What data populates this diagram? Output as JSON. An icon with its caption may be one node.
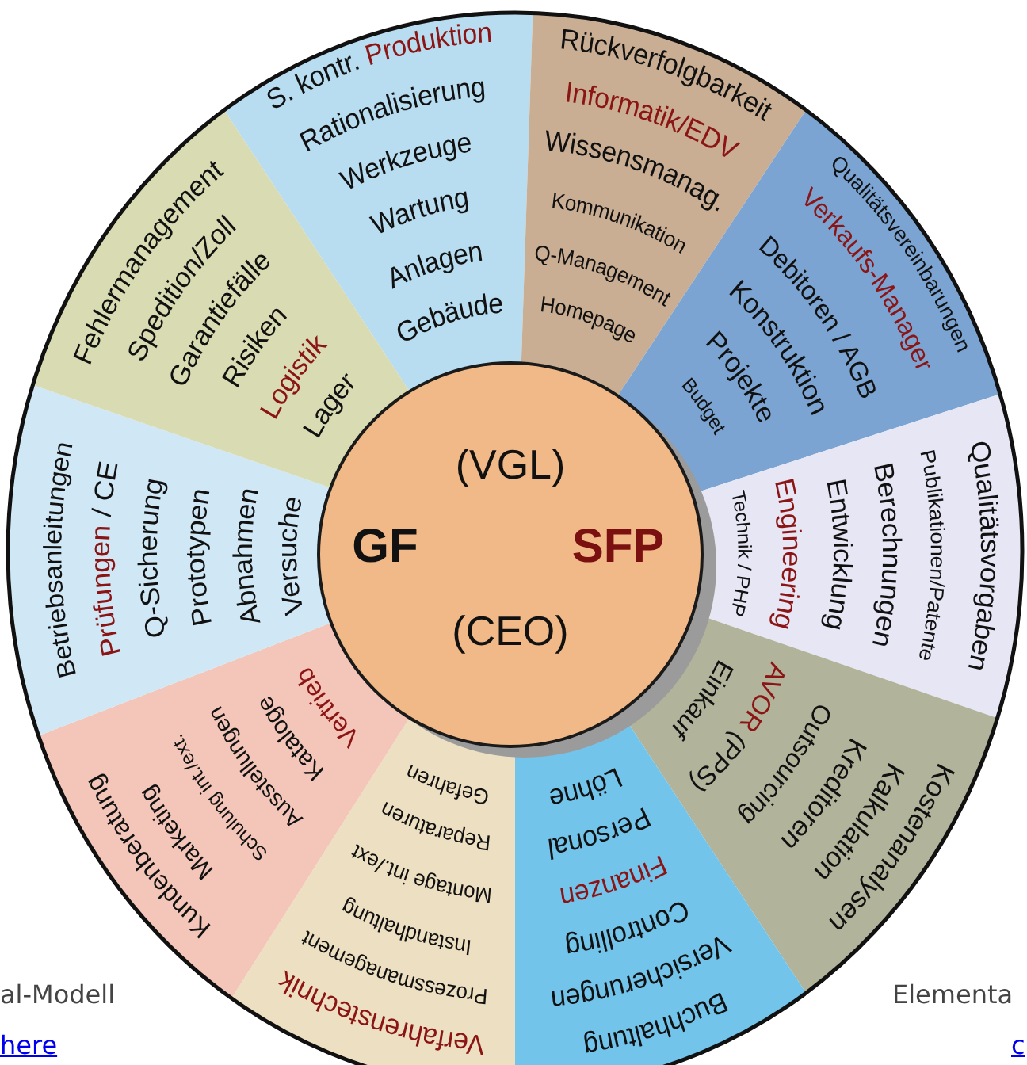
{
  "diagram": {
    "nodes": [
      {
        "text": [
          "(VGL)",
          "GF",
          "SFP",
          "(CEO)"
        ]
      },
      {
        "text": [
          "S. kontr.",
          "Produktion",
          "Rationalisierung",
          "Werkzeuge",
          "Wartung",
          "Anlagen",
          "Gebäude"
        ]
      },
      {
        "text": [
          "Rückverfolgbarkeit",
          "Informatik/EDV",
          "Wissensmanag.",
          "Kommunikation",
          "Q-Management",
          "Homepage"
        ]
      },
      {
        "text": [
          "Qualitätsvereinbarungen",
          "Verkaufs-Manager",
          "Debitoren / AGB",
          "Konstruktion",
          "Projekte",
          "Budget"
        ]
      },
      {
        "text": [
          "Technik / PHP",
          "Engineering",
          "Entwicklung",
          "Berechnungen",
          "Publikationen/Patente",
          "Qualitätsvorgaben"
        ]
      },
      {
        "text": [
          "Kostenanalysen",
          "Kalkulation",
          "Kreditoren",
          "Outsourcing",
          "AVOR",
          "(PPS)",
          "Einkauf"
        ]
      },
      {
        "text": [
          "Löhne",
          "Personal",
          "Finanzen",
          "Controlling",
          "Versicherungen",
          "Buchhaltung"
        ]
      },
      {
        "text": [
          "Gefahren",
          "Reparaturen",
          "Montage int./ext",
          "Instandhaltung",
          "Prozessmanagement",
          "Verfahrenstechnik"
        ]
      },
      {
        "text": [
          "Kundenberatung",
          "Marketing",
          "Schulung int./ext.",
          "Ausstellungen",
          "Kataloge",
          "Vertrieb"
        ]
      },
      {
        "text": [
          "Betriebsanleitungen",
          "Prüfungen",
          "/ CE",
          "Q-Sicherung",
          "Prototypen",
          "Abnahmen",
          "Versuche"
        ]
      },
      {
        "text": [
          "Fehlermanagement",
          "Spedition/Zoll",
          "Garantiefälle",
          "Risiken",
          "Logistik",
          "Lager"
        ]
      }
    ],
    "labels": [
      "al-Modell",
      "here",
      "Elementa",
      "c"
    ]
  }
}
